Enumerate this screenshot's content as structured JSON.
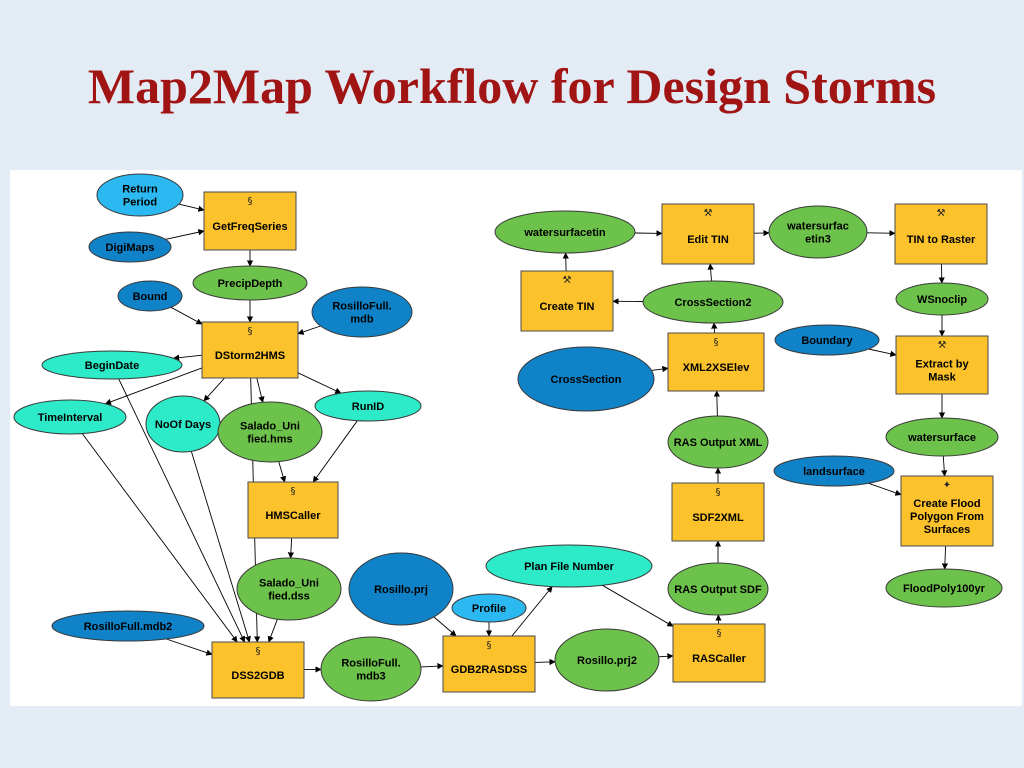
{
  "title": "Map2Map Workflow for Design Storms",
  "colors": {
    "tool_fill": "#fbc22c",
    "derived_data_fill": "#6cc24a",
    "input_data_fill": "#0f82c8",
    "parameter_fill": "#2deac8",
    "highlight_input_fill": "#2cb8f0",
    "title_color": "#a01414",
    "background": "#e3ebf5"
  },
  "node_types": {
    "tool": "rectangle-with-script-icon",
    "tool_builtin": "rectangle-with-hammer-icon",
    "derived_data": "green-ellipse",
    "input_data": "blue-ellipse",
    "parameter": "cyan-ellipse"
  },
  "nodes": [
    {
      "id": "return_period",
      "type": "input_light",
      "label": "Return Period"
    },
    {
      "id": "get_freq_series",
      "type": "tool",
      "icon": "script-icon",
      "label": "GetFreqSeries"
    },
    {
      "id": "digi_maps",
      "type": "input",
      "label": "DigiMaps"
    },
    {
      "id": "precip_depth",
      "type": "derived",
      "label": "PrecipDepth"
    },
    {
      "id": "bound",
      "type": "input",
      "label": "Bound"
    },
    {
      "id": "rosillo_full_mdb",
      "type": "input",
      "label": "RosilloFull. mdb"
    },
    {
      "id": "dstorm2hms",
      "type": "tool",
      "icon": "script-icon",
      "label": "DStorm2HMS"
    },
    {
      "id": "begin_date",
      "type": "param",
      "label": "BeginDate"
    },
    {
      "id": "time_interval",
      "type": "param",
      "label": "TimeInterval"
    },
    {
      "id": "no_of_days",
      "type": "param",
      "label": "NoOf Days"
    },
    {
      "id": "salado_unified_hms",
      "type": "derived",
      "label": "Salado_Uni fied.hms"
    },
    {
      "id": "run_id",
      "type": "param",
      "label": "RunID"
    },
    {
      "id": "hms_caller",
      "type": "tool",
      "icon": "script-icon",
      "label": "HMSCaller"
    },
    {
      "id": "salado_unified_dss",
      "type": "derived",
      "label": "Salado_Uni fied.dss"
    },
    {
      "id": "rosillo_full_mdb2",
      "type": "input",
      "label": "RosilloFull.mdb2"
    },
    {
      "id": "dss2gdb",
      "type": "tool",
      "icon": "script-icon",
      "label": "DSS2GDB"
    },
    {
      "id": "rosillo_full_mdb3",
      "type": "derived",
      "label": "RosilloFull. mdb3"
    },
    {
      "id": "rosillo_prj",
      "type": "input",
      "label": "Rosillo.prj"
    },
    {
      "id": "profile",
      "type": "input_light",
      "label": "Profile"
    },
    {
      "id": "gdb2rasdss",
      "type": "tool",
      "icon": "script-icon",
      "label": "GDB2RASDSS"
    },
    {
      "id": "plan_file_number",
      "type": "param",
      "label": "Plan File Number"
    },
    {
      "id": "rosillo_prj2",
      "type": "derived",
      "label": "Rosillo.prj2"
    },
    {
      "id": "ras_output_sdf",
      "type": "derived",
      "label": "RAS Output SDF"
    },
    {
      "id": "ras_caller",
      "type": "tool",
      "icon": "script-icon",
      "label": "RASCaller"
    },
    {
      "id": "sdf2xml",
      "type": "tool",
      "icon": "script-icon",
      "label": "SDF2XML"
    },
    {
      "id": "ras_output_xml",
      "type": "derived",
      "label": "RAS Output XML"
    },
    {
      "id": "xml2xselev",
      "type": "tool",
      "icon": "script-icon",
      "label": "XML2XSElev"
    },
    {
      "id": "cross_section",
      "type": "input",
      "label": "CrossSection"
    },
    {
      "id": "cross_section2",
      "type": "derived",
      "label": "CrossSection2"
    },
    {
      "id": "create_tin",
      "type": "tool",
      "icon": "hammer-icon",
      "label": "Create TIN"
    },
    {
      "id": "watersurfacetin",
      "type": "derived",
      "label": "watersurfacetin"
    },
    {
      "id": "edit_tin",
      "type": "tool",
      "icon": "hammer-icon",
      "label": "Edit TIN"
    },
    {
      "id": "watersurfacetin3",
      "type": "derived",
      "label": "watersurfac etin3"
    },
    {
      "id": "tin_to_raster",
      "type": "tool",
      "icon": "hammer-icon",
      "label": "TIN to Raster"
    },
    {
      "id": "wsnoclip",
      "type": "derived",
      "label": "WSnoclip"
    },
    {
      "id": "boundary",
      "type": "input",
      "label": "Boundary"
    },
    {
      "id": "extract_by_mask",
      "type": "tool",
      "icon": "hammer-icon",
      "label": "Extract by Mask"
    },
    {
      "id": "watersurface",
      "type": "derived",
      "label": "watersurface"
    },
    {
      "id": "landsurface",
      "type": "input",
      "label": "landsurface"
    },
    {
      "id": "create_flood_polygon",
      "type": "tool",
      "icon": "model-icon",
      "label": "Create Flood Polygon From Surfaces"
    },
    {
      "id": "flood_poly_100yr",
      "type": "derived",
      "label": "FloodPoly100yr"
    }
  ],
  "edges": [
    [
      "return_period",
      "get_freq_series"
    ],
    [
      "digi_maps",
      "get_freq_series"
    ],
    [
      "get_freq_series",
      "precip_depth"
    ],
    [
      "precip_depth",
      "dstorm2hms"
    ],
    [
      "bound",
      "dstorm2hms"
    ],
    [
      "rosillo_full_mdb",
      "dstorm2hms"
    ],
    [
      "dstorm2hms",
      "begin_date"
    ],
    [
      "dstorm2hms",
      "time_interval"
    ],
    [
      "dstorm2hms",
      "no_of_days"
    ],
    [
      "dstorm2hms",
      "salado_unified_hms"
    ],
    [
      "dstorm2hms",
      "run_id"
    ],
    [
      "salado_unified_hms",
      "hms_caller"
    ],
    [
      "run_id",
      "hms_caller"
    ],
    [
      "hms_caller",
      "salado_unified_dss"
    ],
    [
      "salado_unified_dss",
      "dss2gdb"
    ],
    [
      "begin_date",
      "dss2gdb"
    ],
    [
      "time_interval",
      "dss2gdb"
    ],
    [
      "no_of_days",
      "dss2gdb"
    ],
    [
      "dstorm2hms",
      "dss2gdb"
    ],
    [
      "rosillo_full_mdb2",
      "dss2gdb"
    ],
    [
      "dss2gdb",
      "rosillo_full_mdb3"
    ],
    [
      "rosillo_full_mdb3",
      "gdb2rasdss"
    ],
    [
      "rosillo_prj",
      "gdb2rasdss"
    ],
    [
      "profile",
      "gdb2rasdss"
    ],
    [
      "gdb2rasdss",
      "plan_file_number"
    ],
    [
      "gdb2rasdss",
      "rosillo_prj2"
    ],
    [
      "plan_file_number",
      "ras_caller"
    ],
    [
      "rosillo_prj2",
      "ras_caller"
    ],
    [
      "ras_caller",
      "ras_output_sdf"
    ],
    [
      "ras_output_sdf",
      "sdf2xml"
    ],
    [
      "sdf2xml",
      "ras_output_xml"
    ],
    [
      "ras_output_xml",
      "xml2xselev"
    ],
    [
      "cross_section",
      "xml2xselev"
    ],
    [
      "xml2xselev",
      "cross_section2"
    ],
    [
      "cross_section2",
      "create_tin"
    ],
    [
      "cross_section2",
      "edit_tin"
    ],
    [
      "create_tin",
      "watersurfacetin"
    ],
    [
      "watersurfacetin",
      "edit_tin"
    ],
    [
      "edit_tin",
      "watersurfacetin3"
    ],
    [
      "watersurfacetin3",
      "tin_to_raster"
    ],
    [
      "tin_to_raster",
      "wsnoclip"
    ],
    [
      "wsnoclip",
      "extract_by_mask"
    ],
    [
      "boundary",
      "extract_by_mask"
    ],
    [
      "extract_by_mask",
      "watersurface"
    ],
    [
      "watersurface",
      "create_flood_polygon"
    ],
    [
      "landsurface",
      "create_flood_polygon"
    ],
    [
      "create_flood_polygon",
      "flood_poly_100yr"
    ]
  ]
}
